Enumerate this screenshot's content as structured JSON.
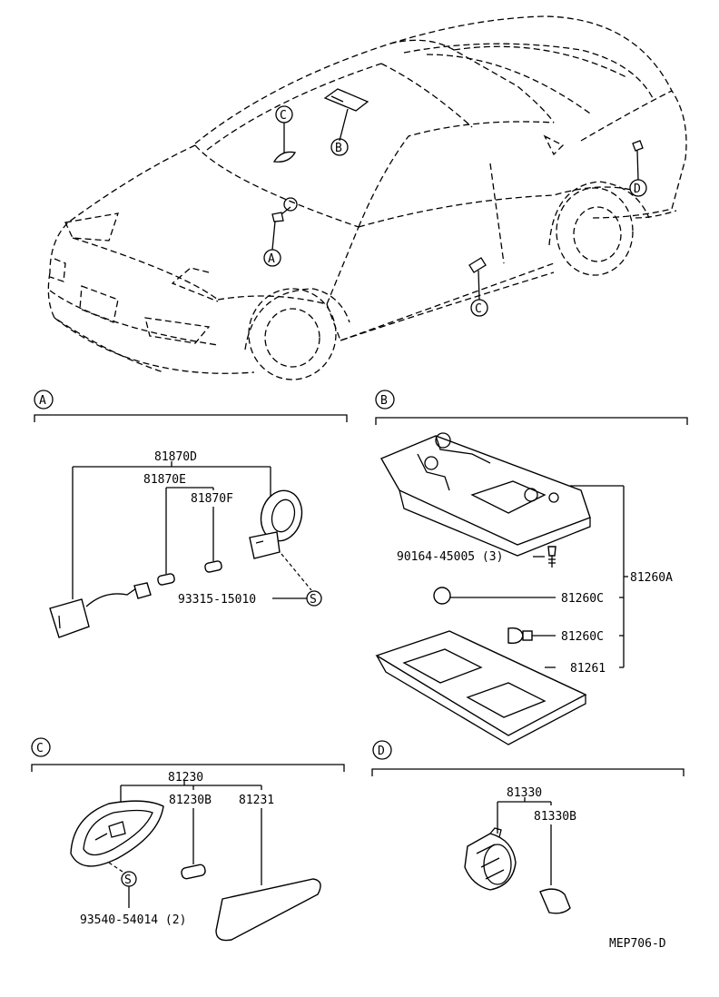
{
  "diagram_code": "MEP706-D",
  "car_callouts": [
    "A",
    "B",
    "C",
    "D",
    "C"
  ],
  "sections": {
    "A": {
      "letter": "A",
      "part_numbers": [
        "81870D",
        "81870E",
        "81870F",
        "93315-15010"
      ],
      "fastener_symbol": "S"
    },
    "B": {
      "letter": "B",
      "part_numbers": [
        "90164-45005 (3)",
        "81260C",
        "81260C",
        "81261",
        "81260A"
      ]
    },
    "C": {
      "letter": "C",
      "part_numbers": [
        "81230",
        "81230B",
        "81231",
        "93540-54014 (2)"
      ],
      "fastener_symbol": "S"
    },
    "D": {
      "letter": "D",
      "part_numbers": [
        "81330",
        "81330B"
      ]
    }
  }
}
